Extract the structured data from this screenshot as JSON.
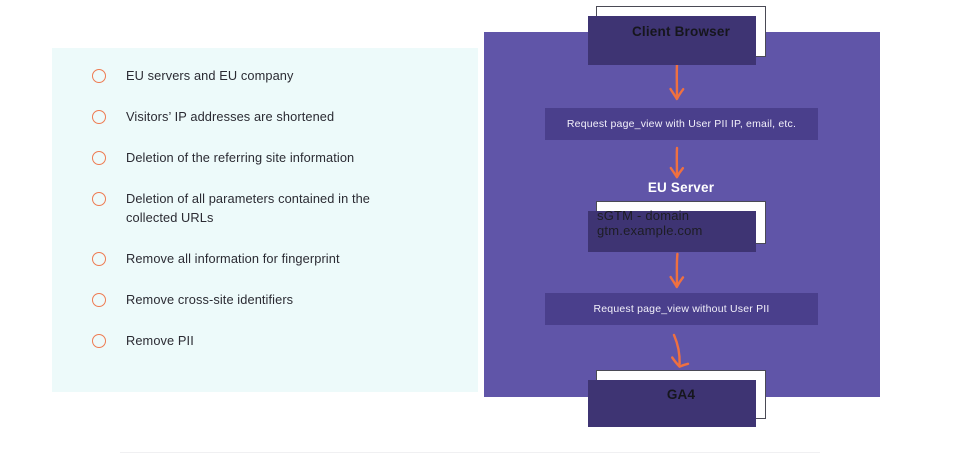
{
  "checklist": {
    "bullet_color": "#EE7B52",
    "panel_color": "#EDFAFA",
    "items": [
      {
        "label": "EU servers and EU company",
        "icon": "circle-outline-icon"
      },
      {
        "label": "Visitors’ IP addresses are shortened",
        "icon": "circle-outline-icon"
      },
      {
        "label": "Deletion of the referring site information",
        "icon": "circle-outline-icon"
      },
      {
        "label": "Deletion of all parameters contained in the collected URLs",
        "icon": "circle-outline-icon"
      },
      {
        "label": "Remove all information for fingerprint",
        "icon": "circle-outline-icon"
      },
      {
        "label": "Remove cross-site identifiers",
        "icon": "circle-outline-icon"
      },
      {
        "label": "Remove PII",
        "icon": "circle-outline-icon"
      }
    ]
  },
  "flow": {
    "panel_color": "#6055A8",
    "band_color": "#4A3F8C",
    "arrow_color": "#EF7040",
    "shadow_color": "#3E3473",
    "client_browser": "Client Browser",
    "request_with_pii": "Request page_view with User PII IP, email, etc.",
    "eu_server_heading": "EU Server",
    "sgtm": "sGTM - domain gtm.example.com",
    "request_without_pii": "Request page_view without User PII",
    "ga4": "GA4",
    "arrows": [
      {
        "name": "arrow-down-straight-1",
        "icon": "arrow-down-icon"
      },
      {
        "name": "arrow-down-straight-2",
        "icon": "arrow-down-icon"
      },
      {
        "name": "arrow-down-straight-3",
        "icon": "arrow-down-icon"
      },
      {
        "name": "arrow-down-curved-4",
        "icon": "arrow-down-curved-icon"
      }
    ]
  }
}
